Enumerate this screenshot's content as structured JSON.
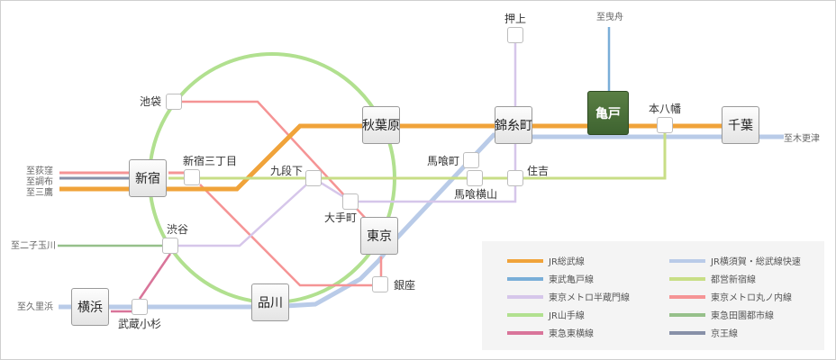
{
  "map": {
    "highlight_station": "亀戸",
    "major_stations": {
      "shinjuku": "新宿",
      "akihabara": "秋葉原",
      "kinshicho": "錦糸町",
      "kameido": "亀戸",
      "chiba": "千葉",
      "tokyo": "東京",
      "shinagawa": "品川",
      "yokohama": "横浜"
    },
    "minor_stations": {
      "ikebukuro": "池袋",
      "shinjuku_sanchome": "新宿三丁目",
      "kudanshita": "九段下",
      "otemachi": "大手町",
      "shibuya": "渋谷",
      "musashikosugi": "武蔵小杉",
      "ginza": "銀座",
      "bakurocho": "馬喰町",
      "bakuroyokoyama": "馬喰横山",
      "sumiyoshi": "住吉",
      "oshiage": "押上",
      "motoyawata": "本八幡"
    },
    "directions": {
      "ogikubo": "至荻窪",
      "chofu": "至調布",
      "mitaka": "至三鷹",
      "futakotamagawa": "至二子玉川",
      "kurihama": "至久里浜",
      "hikifune": "至曳舟",
      "kisarazu": "至木更津"
    }
  },
  "legend": {
    "items": [
      {
        "label": "JR総武線",
        "color": "#f0a33a"
      },
      {
        "label": "JR横須賀・総武線快速",
        "color": "#b9cbe8"
      },
      {
        "label": "東武亀戸線",
        "color": "#7aaed8"
      },
      {
        "label": "都営新宿線",
        "color": "#c8de86"
      },
      {
        "label": "東京メトロ半蔵門線",
        "color": "#d6c6ea"
      },
      {
        "label": "東京メトロ丸ノ内線",
        "color": "#f59495"
      },
      {
        "label": "JR山手線",
        "color": "#b1e08f"
      },
      {
        "label": "東急田園都市線",
        "color": "#96c08a"
      },
      {
        "label": "東急東横線",
        "color": "#d9759a"
      },
      {
        "label": "京王線",
        "color": "#8790a8"
      }
    ]
  },
  "colors": {
    "sobu": "#f0a33a",
    "yokosuka": "#b9cbe8",
    "tobu": "#7aaed8",
    "shinjuku_line": "#c8de86",
    "hanzomon": "#d6c6ea",
    "marunouchi": "#f59495",
    "yamanote": "#b1e08f",
    "denentoshi": "#96c08a",
    "toyoko": "#d9759a",
    "keio": "#8790a8",
    "highlight": "#4a703a"
  }
}
